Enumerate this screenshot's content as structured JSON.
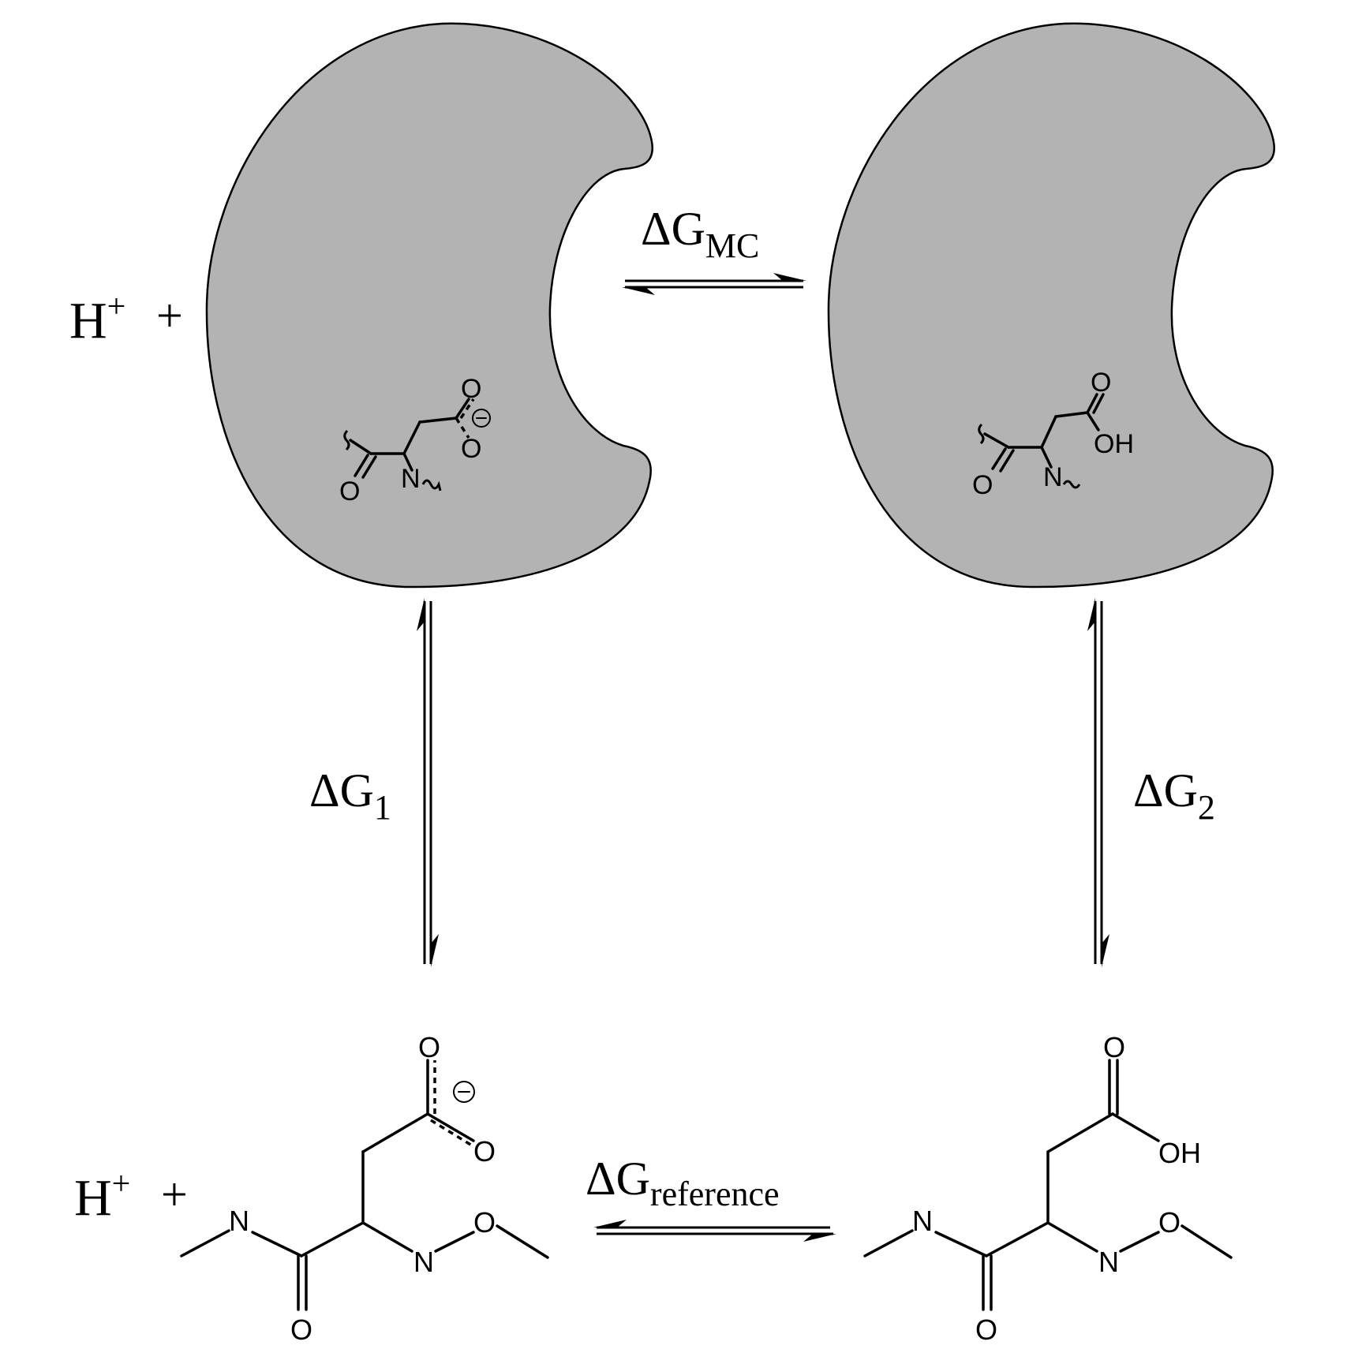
{
  "diagram": {
    "species": {
      "proton": "H",
      "proton_charge": "+",
      "plus": "+",
      "oxygen": "O",
      "nitrogen": "N",
      "hydroxyl": "OH",
      "anion_charge": "⊖"
    },
    "equilibria": {
      "top": {
        "symbol": "ΔG",
        "subscript": "MC"
      },
      "left": {
        "symbol": "ΔG",
        "subscript": "1"
      },
      "right": {
        "symbol": "ΔG",
        "subscript": "2"
      },
      "bottom": {
        "symbol": "ΔG",
        "subscript": "reference"
      }
    },
    "colors": {
      "protein_fill": "#b3b3b3",
      "outline": "#000000",
      "background": "#ffffff"
    }
  }
}
